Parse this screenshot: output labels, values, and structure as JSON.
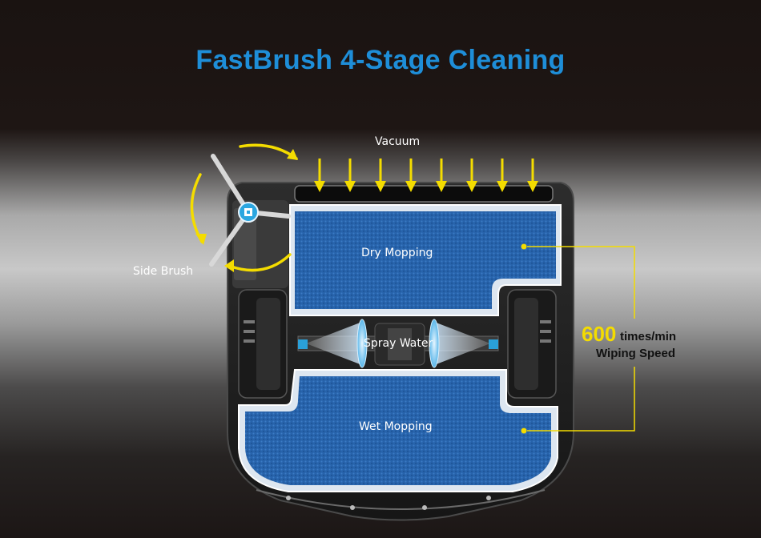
{
  "title": "FastBrush 4-Stage Cleaning",
  "labels": {
    "vacuum": "Vacuum",
    "side_brush": "Side Brush",
    "dry_mopping": "Dry Mopping",
    "spray_water": "Spray Water",
    "wet_mopping": "Wet Mopping"
  },
  "speed": {
    "value": "600",
    "unit": "times/min",
    "caption": "Wiping Speed"
  },
  "colors": {
    "title": "#1e8ed8",
    "arrows": "#f4dc00",
    "pad": "#1f5fa8",
    "speed_value": "#f4dc00"
  }
}
